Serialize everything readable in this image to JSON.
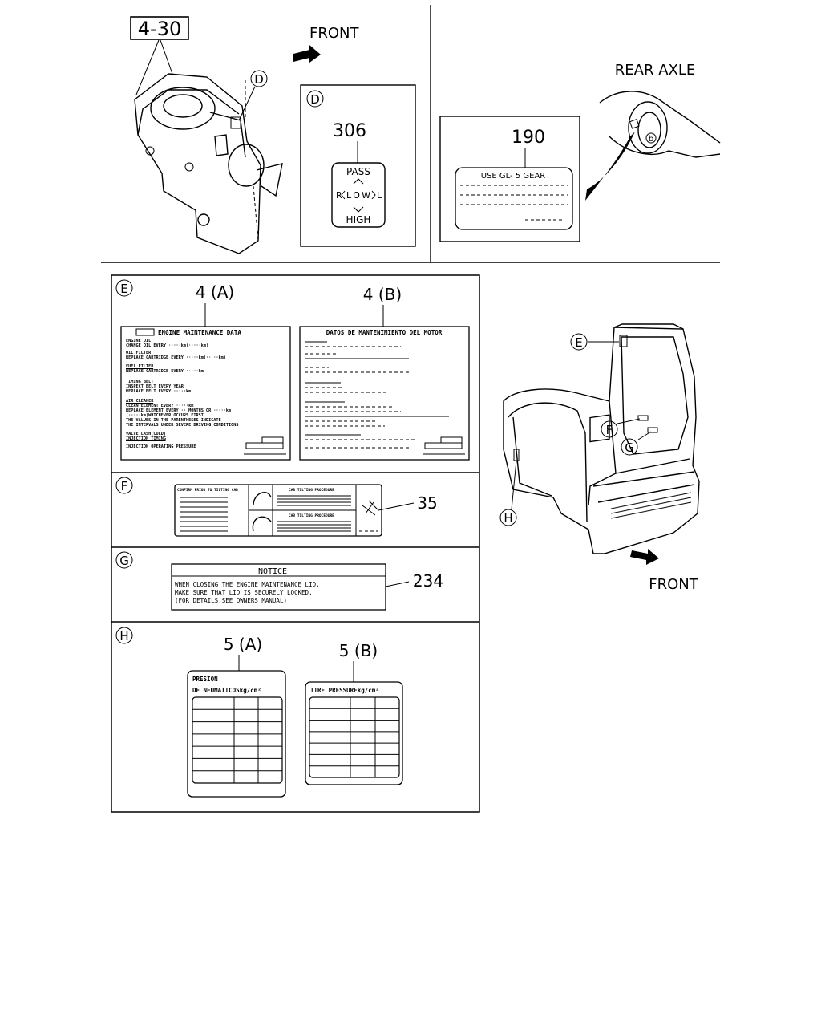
{
  "top_left": {
    "part_ref_boxed": "4-30",
    "front_label": "FRONT",
    "callout_d": "D",
    "detail_d": {
      "letter": "D",
      "part_number": "306",
      "label_pass": "PASS",
      "label_high": "HIGH",
      "label_low": "L O W",
      "label_r": "R",
      "label_l": "L"
    }
  },
  "top_right": {
    "rear_axle": "REAR AXLE",
    "part_number": "190",
    "label_text": "USE GL- 5 GEAR",
    "callout_b": "b"
  },
  "section_e": {
    "letter": "E",
    "left_ref": "4 (A)",
    "right_ref": "4 (B)",
    "label_a": {
      "title": "ENGINE MAINTENANCE DATA",
      "lines": [
        "ENGINE OIL",
        "CHANGE OIL EVERY ·····km(·····km)",
        "OIL FILTER",
        "REPLACE CARTRIDGE EVERY ·····km(·····km)",
        "FUEL FILTER",
        "REPLACE CARTRIDGE EVERY ·····km",
        "TIMING BELT",
        "INSPECT BELT EVERY YEAR",
        "REPLACE BELT EVERY ·····km",
        "AIR CLEANER",
        "CLEAN ELEMENT EVERY ·····km",
        "REPLACE ELEMENT EVERY ·· MONTHS OR ·····km",
        "(·····km)WHICHEVER OCCURS FIRST",
        "THE VALUES IN THE PARENTHESES INDICATE",
        "THE INTERVALS UNDER SEVERE DRIVING CONDITIONS",
        "VALVE LASH(COLD)",
        "INJECTION TIMING",
        "INJECTION OPERATING PRESSURE"
      ]
    },
    "label_b": {
      "title": "DATOS DE MANTENIMIENTO DEL MOTOR"
    }
  },
  "section_f": {
    "letter": "F",
    "part_number": "35",
    "heading_left": "CONFIRM PRIOR TO TILTING CAB",
    "heading_1": "CAB TILTING PROCEDURE",
    "heading_2": "CAB TILTING PROCEDURE"
  },
  "section_g": {
    "letter": "G",
    "part_number": "234",
    "notice_title": "NOTICE",
    "notice_lines": [
      "WHEN CLOSING THE ENGINE MAINTENANCE LID,",
      "MAKE SURE THAT LID IS SECURELY LOCKED.",
      "(FOR DETAILS,SEE OWNERS MANUAL)"
    ]
  },
  "section_h": {
    "letter": "H",
    "left_ref": "5 (A)",
    "right_ref": "5 (B)",
    "label_a_title_1": "PRESION",
    "label_a_title_2": "DE NEUMATICOSkg/cm²",
    "label_b_title": "TIRE PRESSUREkg/cm²"
  },
  "cab_view": {
    "callout_e": "E",
    "callout_f": "F",
    "callout_g": "G",
    "callout_h": "H",
    "front_label": "FRONT"
  }
}
